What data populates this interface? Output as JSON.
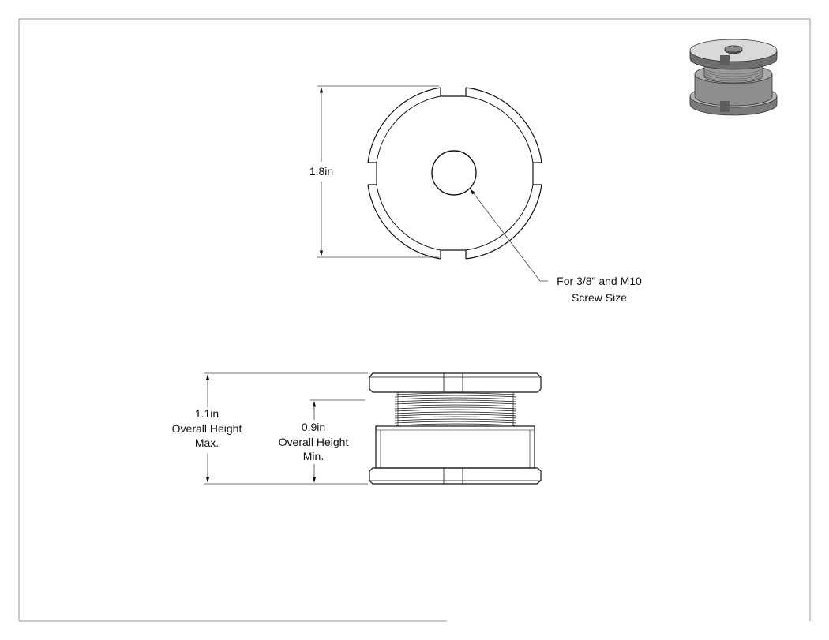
{
  "top_view": {
    "diameter_label": "1.8in",
    "callout_line1": "For 3/8\" and M10",
    "callout_line2": "Screw Size"
  },
  "side_view": {
    "max_height_value": "1.1in",
    "max_height_line2": "Overall Height",
    "max_height_line3": "Max.",
    "min_height_value": "0.9in",
    "min_height_line2": "Overall Height",
    "min_height_line3": "Min."
  },
  "colors": {
    "line": "#111111",
    "thin_line": "#444444",
    "frame": "#9a9a9a",
    "iso_light": "#d9d9d9",
    "iso_mid": "#a8a8a8",
    "iso_dark": "#6e6e6e"
  },
  "icons": {
    "iso_preview": "isometric-part-icon"
  }
}
